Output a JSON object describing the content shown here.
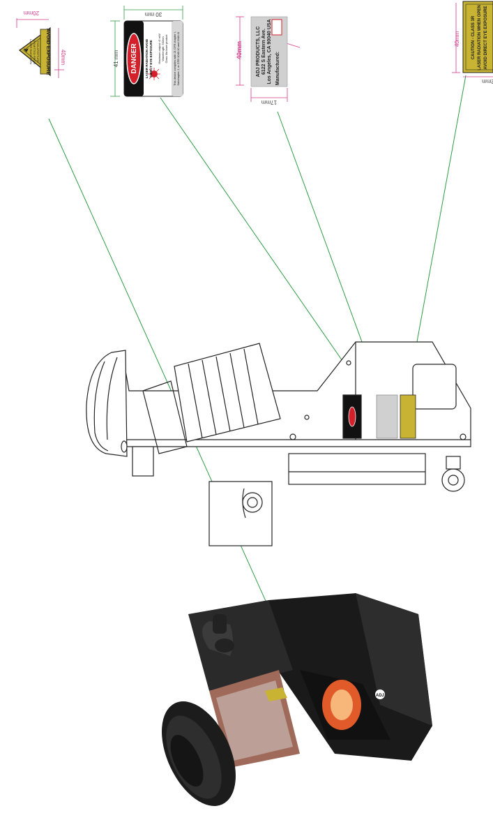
{
  "labels": {
    "avoid_exposure": {
      "line1": "LASER RADIATION",
      "line2": "IS EMITTED FROM",
      "line3": "THIS APERTURE",
      "big": "AVOID EXPOSURE",
      "width": "20mm",
      "height": "40mm"
    },
    "danger": {
      "header": "DANGER",
      "line1": "LASER RADIATION AVOID",
      "line2": "DIRECT EYE EXPOSURE",
      "line3": "Maximum output <5 mW",
      "line4": "Wavelength: 532nm",
      "line5": "Class IIIa laser product",
      "line6": "This device complies with 21 CFR chapter I,",
      "line7": "Subchapter J, or CFR 1040.10 and 1040.11",
      "width": "30 mm",
      "height": "41 mm"
    },
    "manufacturer": {
      "line1": "ADJ PRODUCTS, LLC",
      "line2": "6122 S Eastern Ave.",
      "line3": "Los Angeles, CA 90040 USA",
      "line4": "Manufactured:",
      "width": "17mm",
      "height": "40mm"
    },
    "caution": {
      "line1": "CAUTION - CLASS 3R",
      "line2": "LASER RADIATION WHEN OPEN",
      "line3": "AVOID DIRECT EYE EXPOSURE",
      "width": "2mm",
      "height": "40mm"
    }
  },
  "device": {
    "brand_mark": "ADJ"
  },
  "colors": {
    "leader": "#2e9b45",
    "dimension": "#d23a8c",
    "label_yellow": "#c8b432",
    "danger_red": "#d3202b"
  }
}
